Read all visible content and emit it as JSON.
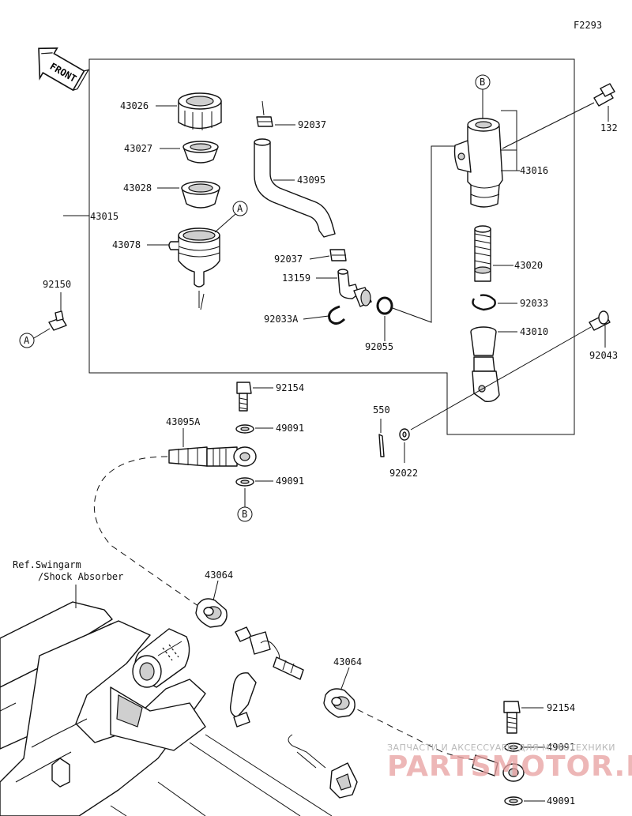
{
  "figure_code": "F2293",
  "front_label": "FRONT",
  "reference_note": [
    "Ref.Swingarm",
    "/Shock Absorber"
  ],
  "callouts": {
    "a": "A",
    "b": "B"
  },
  "parts": {
    "p43026": "43026",
    "p43027": "43027",
    "p43028": "43028",
    "p43015": "43015",
    "p43078": "43078",
    "p92037_top": "92037",
    "p43095": "43095",
    "p92037_mid": "92037",
    "p13159": "13159",
    "p92033A": "92033A",
    "p92055": "92055",
    "p92150": "92150",
    "p132": "132",
    "p43016": "43016",
    "p43020": "43020",
    "p92033": "92033",
    "p43010": "43010",
    "p92043": "92043",
    "p92154_top": "92154",
    "p43095A": "43095A",
    "p49091_a": "49091",
    "p49091_b": "49091",
    "p550": "550",
    "p92022": "92022",
    "p43064_a": "43064",
    "p43064_b": "43064",
    "p92154_bot": "92154",
    "p49091_c": "49091",
    "p49091_d": "49091"
  },
  "watermark": {
    "tagline": "ЗАПЧАСТИ И АКСЕССУАРЫ ДЛЯ МОТОТЕХНИКИ",
    "brand": "PARTSMOTOR.RU"
  }
}
